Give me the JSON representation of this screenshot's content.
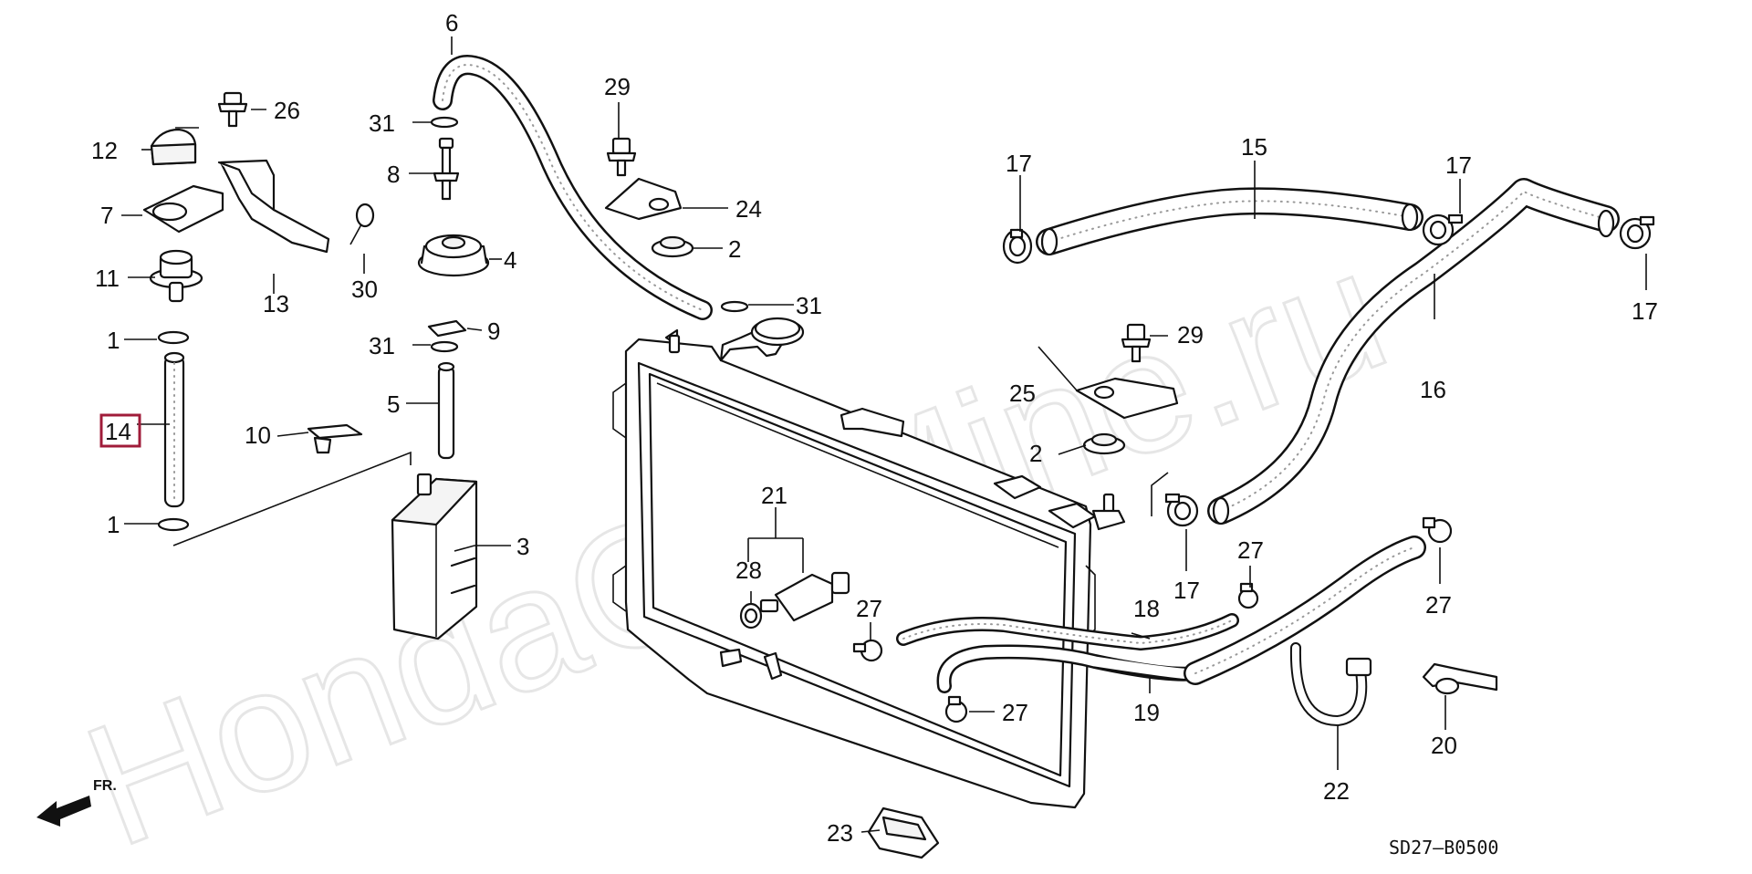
{
  "watermark": "HondaCarMine.ru",
  "diagram_code": "SD27–B0500",
  "direction_label": "FR.",
  "highlight_color": "#a01c3a",
  "callouts": {
    "n1a": "1",
    "n1b": "1",
    "n2a": "2",
    "n2b": "2",
    "n3": "3",
    "n4": "4",
    "n5": "5",
    "n6": "6",
    "n7": "7",
    "n8": "8",
    "n9": "9",
    "n10": "10",
    "n11": "11",
    "n12": "12",
    "n13": "13",
    "n14": "14",
    "n15": "15",
    "n16": "16",
    "n17a": "17",
    "n17b": "17",
    "n17c": "17",
    "n17d": "17",
    "n18": "18",
    "n19": "19",
    "n20": "20",
    "n21": "21",
    "n22": "22",
    "n23": "23",
    "n24": "24",
    "n25": "25",
    "n26": "26",
    "n27a": "27",
    "n27b": "27",
    "n27c": "27",
    "n27d": "27",
    "n28": "28",
    "n29a": "29",
    "n29b": "29",
    "n30": "30",
    "n31a": "31",
    "n31b": "31",
    "n31c": "31"
  }
}
